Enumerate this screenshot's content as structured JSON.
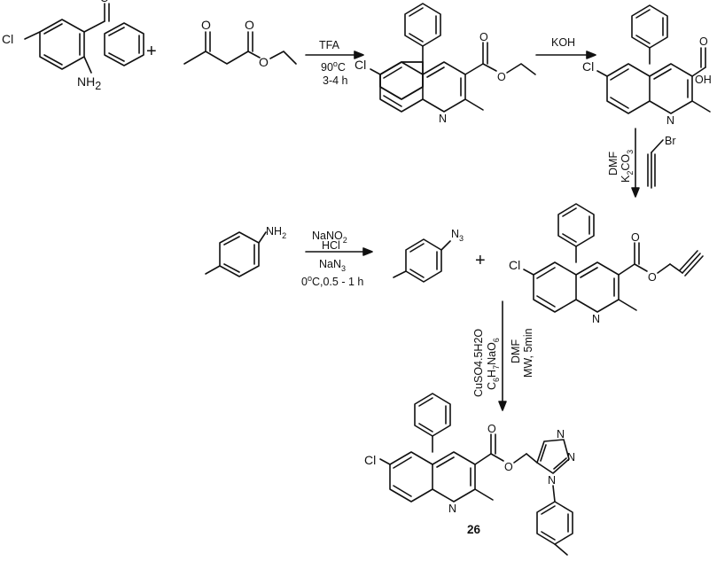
{
  "labels": {
    "cl": "Cl",
    "nh2": "NH",
    "nh2_sub": "2",
    "n": "N",
    "o": "O",
    "oh": "OH",
    "br": "Br",
    "n3": "N",
    "n3_sub": "3",
    "plus": "+"
  },
  "step1": {
    "line1": "TFA",
    "line2_a": "90",
    "line2_sup": "o",
    "line2_b": "C",
    "line3": "3-4 h"
  },
  "step2": {
    "line1": "KOH"
  },
  "step3": {
    "line1": "DMF",
    "line2_a": "K",
    "line2_sub1": "2",
    "line2_b": "CO",
    "line2_sub2": "3"
  },
  "step4": {
    "line1_a": "NaNO",
    "line1_sub": "2",
    "line2": "HCl",
    "line3_a": "NaN",
    "line3_sub": "3",
    "line4_a": "0",
    "line4_sup": "o",
    "line4_b": "C,0.5 - 1 h"
  },
  "step5": {
    "line1": "CuSO4.5H2O",
    "line2_a": "C",
    "line2_sub1": "6",
    "line2_b": "H",
    "line2_sub2": "7",
    "line2_c": "NaO",
    "line2_sub3": "6",
    "line3": "DMF",
    "line4": "MW, 5min"
  },
  "compound_label": "26"
}
